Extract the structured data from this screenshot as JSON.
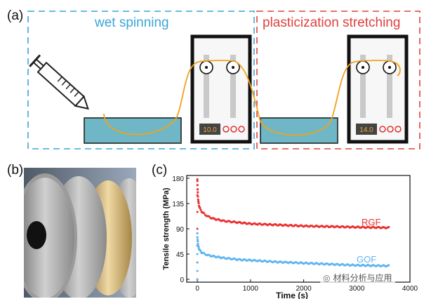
{
  "panels": {
    "a": {
      "label": "(a)",
      "left_title": "wet spinning",
      "right_title": "plasticization stretching",
      "left_box_color": "#3aa6d6",
      "right_box_color": "#e0403f",
      "left_display": "10.0",
      "right_display": "14.0"
    },
    "b": {
      "label": "(b)"
    },
    "c": {
      "label": "(c)"
    }
  },
  "chart_data": {
    "type": "scatter",
    "xlabel": "Time (s)",
    "ylabel": "Tensile strength (MPa)",
    "xlim": [
      -200,
      4000
    ],
    "ylim": [
      -5,
      185
    ],
    "xticks": [
      0,
      1000,
      2000,
      3000,
      4000
    ],
    "yticks": [
      0,
      45,
      90,
      135,
      180
    ],
    "series": [
      {
        "name": "RGF",
        "color": "#e8302f",
        "x": [
          0,
          5,
          10,
          20,
          30,
          50,
          80,
          120,
          200,
          300,
          500,
          800,
          1000,
          1500,
          2000,
          2500,
          3000,
          3600
        ],
        "y": [
          178,
          160,
          148,
          138,
          132,
          126,
          121,
          117,
          112,
          108,
          104,
          101,
          99,
          97,
          95,
          94,
          93,
          92
        ],
        "rise": [
          0,
          30,
          60,
          90,
          120,
          150,
          175
        ]
      },
      {
        "name": "GOF",
        "color": "#5fb5f0",
        "x": [
          0,
          5,
          10,
          20,
          30,
          50,
          80,
          120,
          200,
          300,
          500,
          800,
          1000,
          1500,
          2000,
          2500,
          3000,
          3600
        ],
        "y": [
          82,
          70,
          64,
          58,
          55,
          51,
          48,
          46,
          43,
          41,
          38,
          35,
          34,
          31,
          29,
          27,
          25,
          24
        ],
        "rise": [
          0,
          15,
          30,
          45,
          60,
          75
        ]
      }
    ]
  },
  "watermark": {
    "text": "材料分析与应用",
    "icon": "wechat-icon"
  }
}
